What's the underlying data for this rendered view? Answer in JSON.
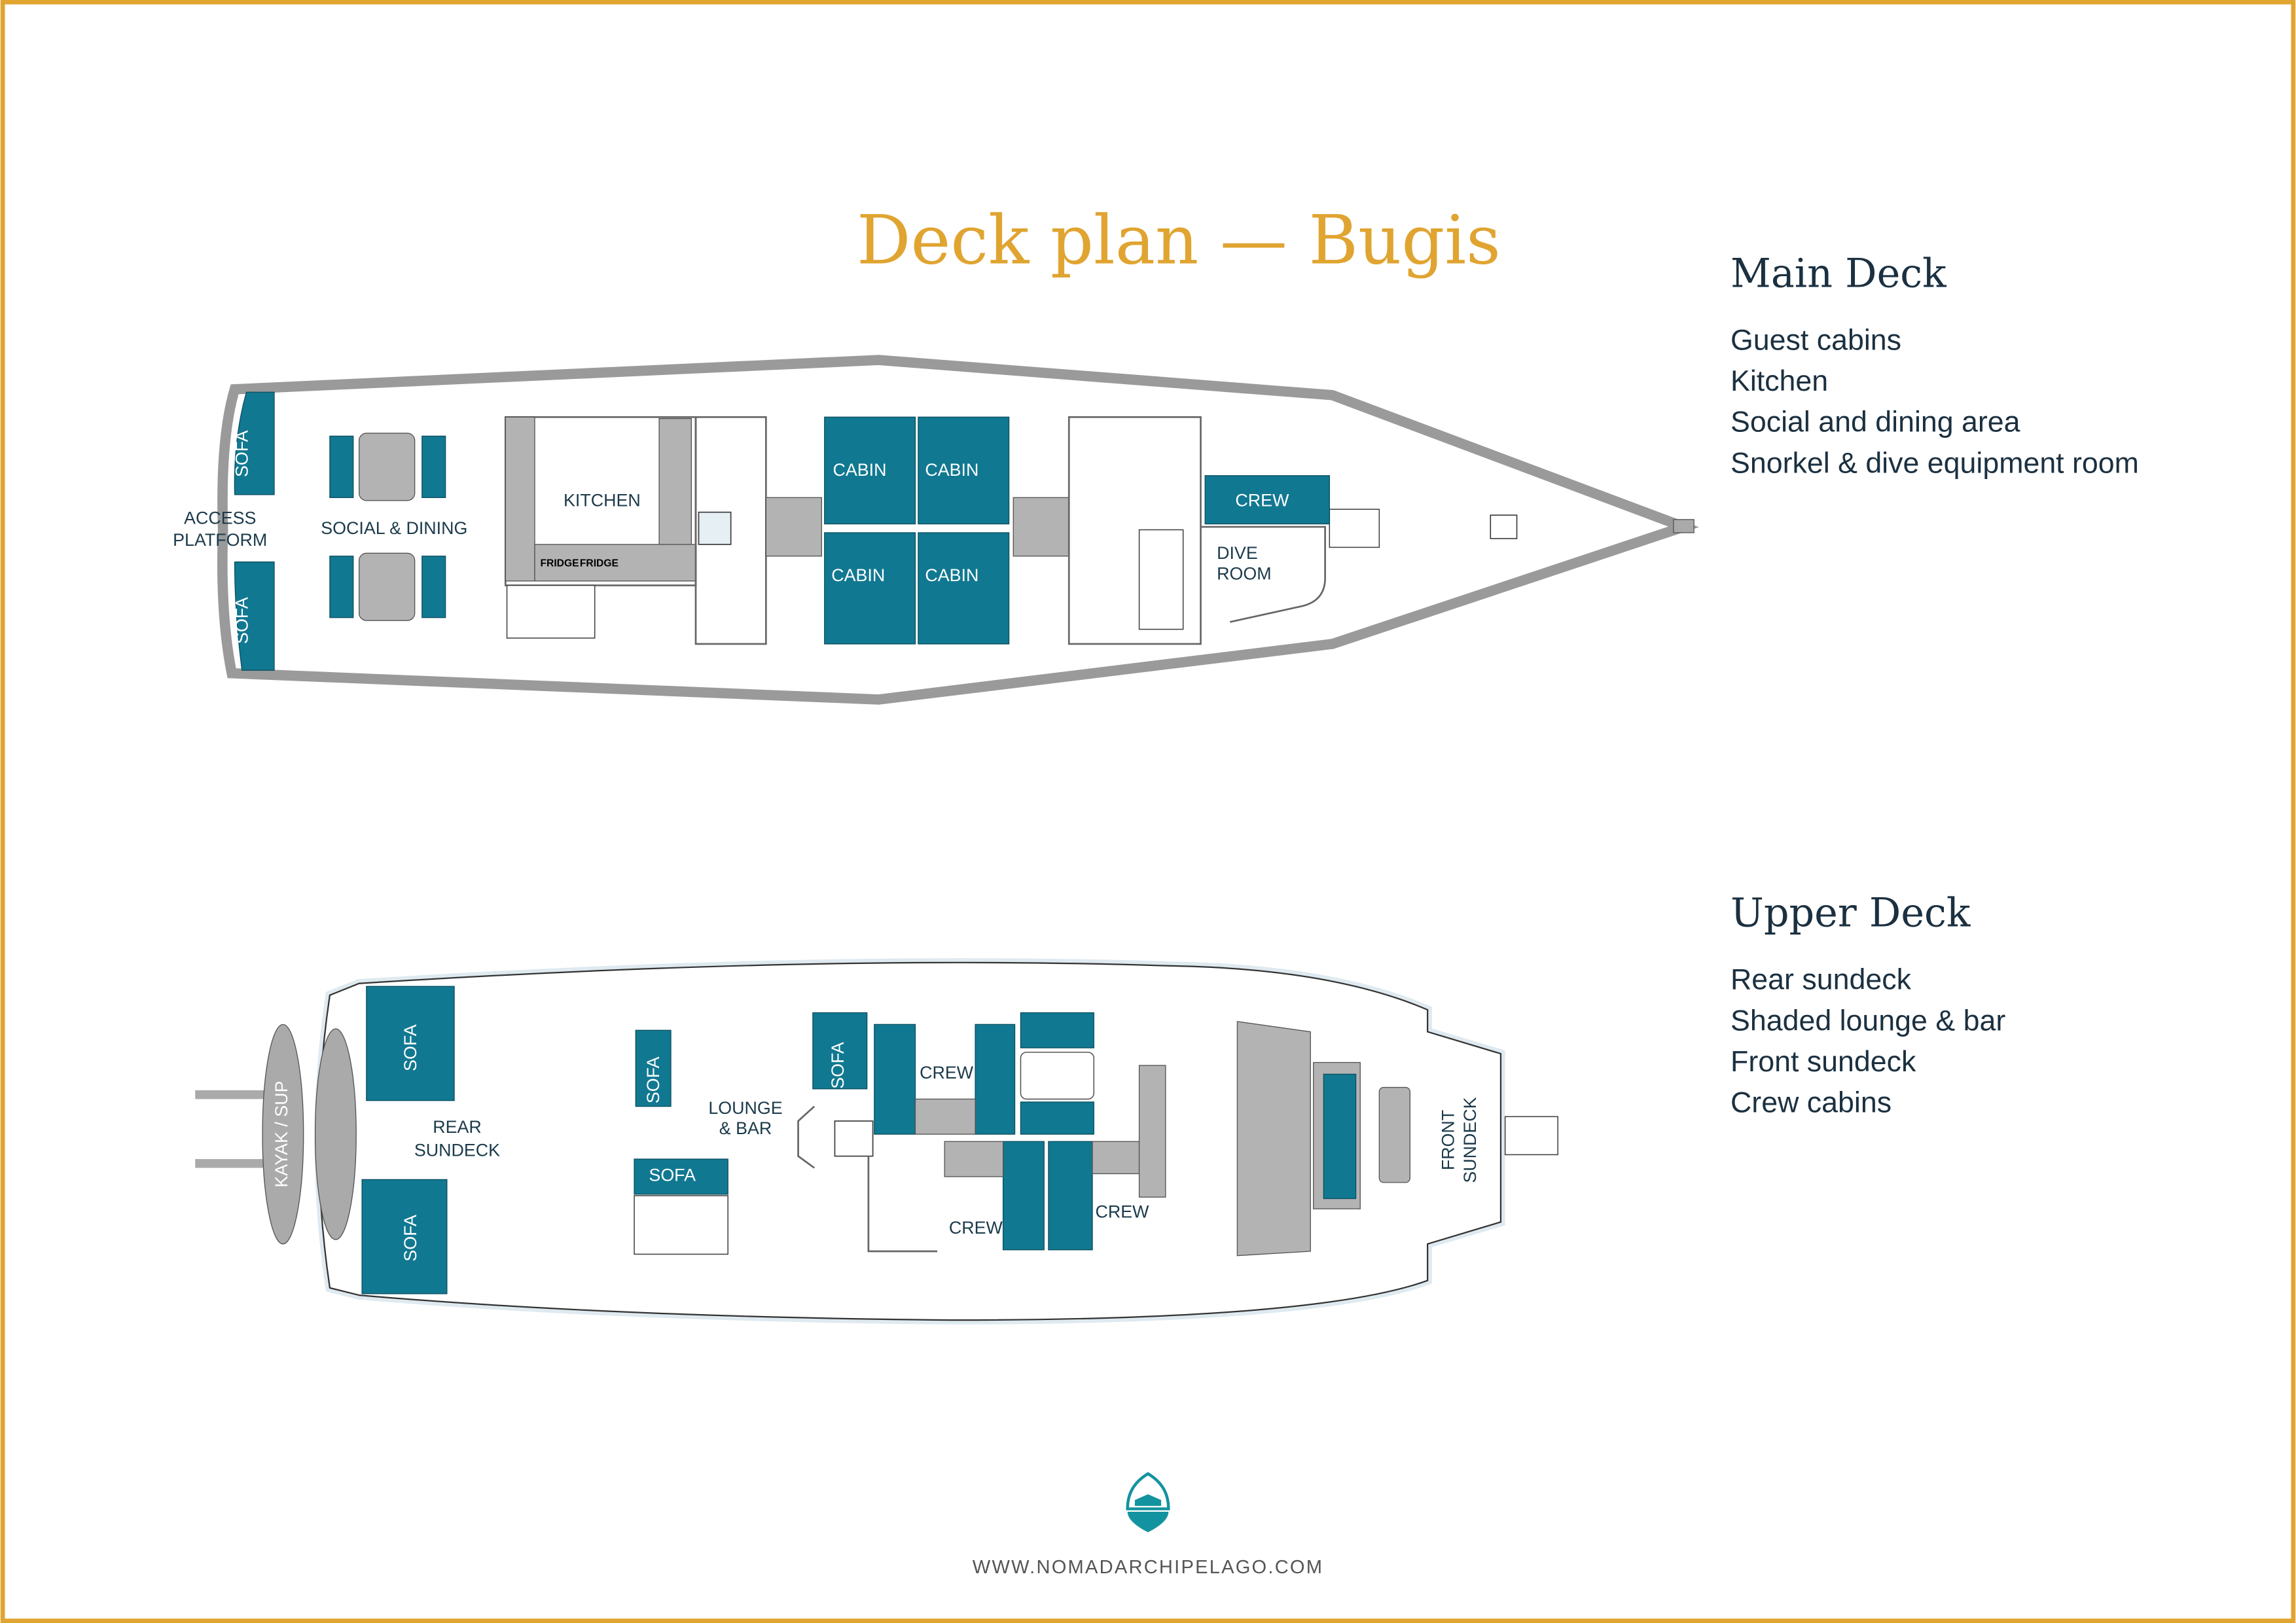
{
  "title": "Deck plan — Bugis",
  "main_deck": {
    "heading": "Main Deck",
    "items": [
      "Guest cabins",
      "Kitchen",
      "Social and dining area",
      "Snorkel & dive equipment room"
    ],
    "labels": {
      "sofa": "SOFA",
      "access_1": "ACCESS",
      "access_2": "PLATFORM",
      "social": "SOCIAL & DINING",
      "kitchen": "KITCHEN",
      "fridge": "FRIDGE",
      "cabin": "CABIN",
      "crew": "CREW",
      "dive_1": "DIVE",
      "dive_2": "ROOM"
    }
  },
  "upper_deck": {
    "heading": "Upper Deck",
    "items": [
      "Rear sundeck",
      "Shaded lounge & bar",
      "Front sundeck",
      "Crew cabins"
    ],
    "labels": {
      "kayak": "KAYAK / SUP",
      "sofa": "SOFA",
      "rear_1": "REAR",
      "rear_2": "SUNDECK",
      "lounge_1": "LOUNGE",
      "lounge_2": "& BAR",
      "crew": "CREW",
      "front_1": "FRONT",
      "front_2": "SUNDECK"
    }
  },
  "footer": {
    "website": "WWW.NOMADARCHIPELAGO.COM",
    "logo_icon": "boat-logo-icon"
  },
  "colors": {
    "gold": "#e0a431",
    "teal": "#117891",
    "navy": "#1b3040"
  }
}
